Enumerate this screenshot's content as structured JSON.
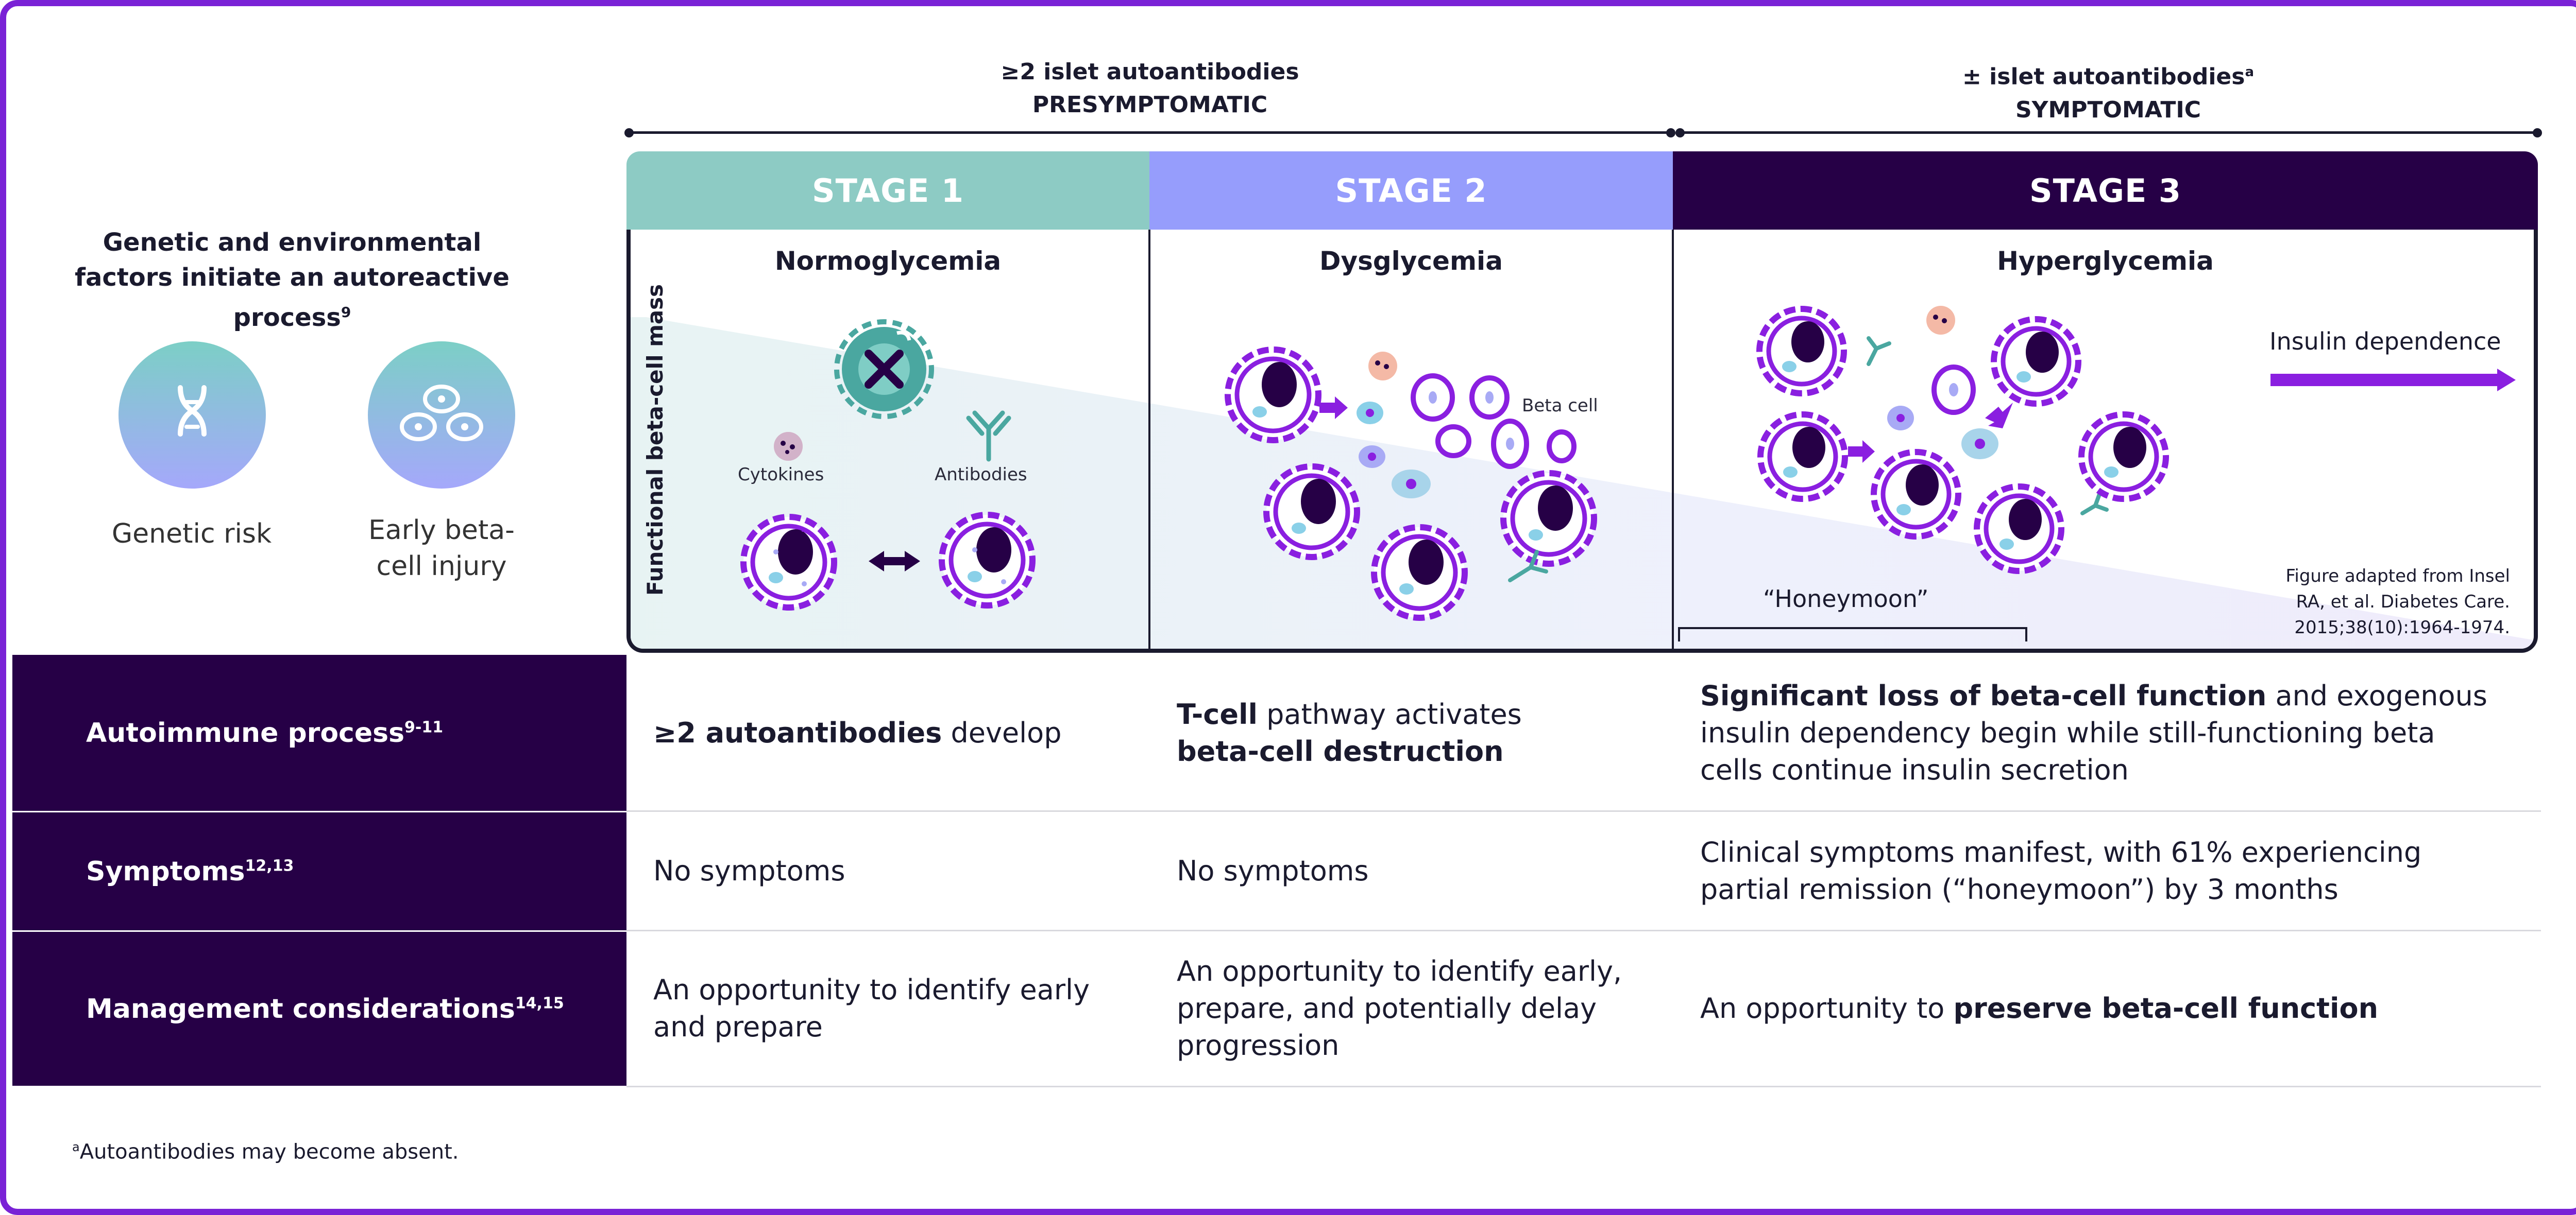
{
  "header": {
    "presymptomatic_line1": "≥2 islet autoantibodies",
    "presymptomatic_line2": "PRESYMPTOMATIC",
    "symptomatic_line1": "± islet autoantibodies",
    "symptomatic_sup": "a",
    "symptomatic_line2": "SYMPTOMATIC"
  },
  "stages": [
    {
      "label": "STAGE 1",
      "glycemia": "Normoglycemia",
      "color": "#8dcbc4"
    },
    {
      "label": "STAGE 2",
      "glycemia": "Dysglycemia",
      "color": "#969dfc"
    },
    {
      "label": "STAGE 3",
      "glycemia": "Hyperglycemia",
      "color": "#260046"
    }
  ],
  "left_panel": {
    "title": "Genetic and environmental factors initiate an autoreactive process",
    "title_sup": "9",
    "genetic_risk": "Genetic risk",
    "early_injury_line1": "Early beta-",
    "early_injury_line2": "cell injury"
  },
  "diagram": {
    "axis_label": "Functional beta-cell mass",
    "cytokines": "Cytokines",
    "antibodies": "Antibodies",
    "beta_cell": "Beta cell",
    "insulin_dependence": "Insulin dependence",
    "honeymoon": "“Honeymoon”",
    "credit_line1": "Figure adapted from Insel",
    "credit_line2": "RA, et al. Diabetes Care.",
    "credit_line3": "2015;38(10):1964-1974."
  },
  "rows": [
    {
      "label": "Autoimmune process",
      "sup": "9-11",
      "stage1_bold": "≥2 autoantibodies",
      "stage1_rest": " develop",
      "stage2_bold1": "T-cell",
      "stage2_rest": " pathway activates",
      "stage2_bold2": "beta-cell destruction",
      "stage3_bold": "Significant loss of beta-cell function",
      "stage3_rest": " and exogenous insulin dependency begin while still-functioning beta cells continue insulin secretion"
    },
    {
      "label": "Symptoms",
      "sup": "12,13",
      "stage1": "No symptoms",
      "stage2": "No symptoms",
      "stage3": "Clinical symptoms manifest, with 61% experiencing partial remission (“honeymoon”) by 3 months"
    },
    {
      "label": "Management considerations",
      "sup": "14,15",
      "stage1": "An opportunity to identify early and prepare",
      "stage2": "An opportunity to identify early, prepare, and potentially delay progression",
      "stage3_rest": "An opportunity to ",
      "stage3_bold": "preserve beta-cell function"
    }
  ],
  "footnote": {
    "sup": "a",
    "text": "Autoantibodies may become absent."
  },
  "colors": {
    "border": "#7a22d6",
    "dark_purple": "#260046",
    "teal": "#8dcbc4",
    "periwinkle": "#969dfc",
    "cell_purple": "#8a1fe0",
    "arrow_purple": "#8a1fe0"
  }
}
